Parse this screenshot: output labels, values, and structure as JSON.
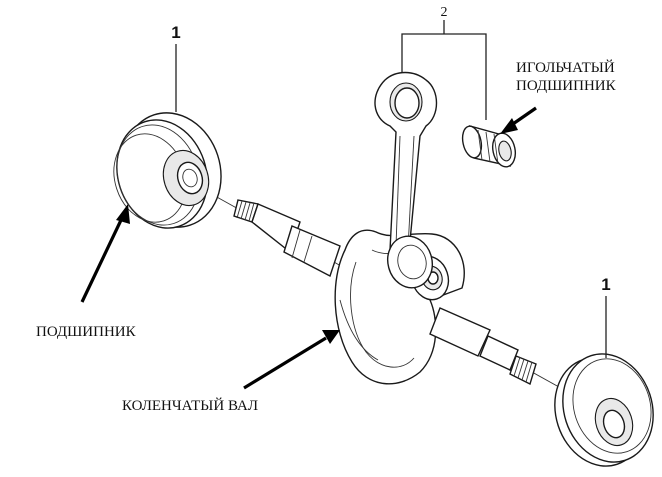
{
  "labels": {
    "num_bearing_left": "1",
    "num_bearing_right": "1",
    "num_rod": "2",
    "needle_bearing_line1": "ИГОЛЬЧАТЫЙ",
    "needle_bearing_line2": "ПОДШИПНИК",
    "bearing": "ПОДШИПНИК",
    "crankshaft": "КОЛЕНЧАТЫЙ ВАЛ"
  }
}
